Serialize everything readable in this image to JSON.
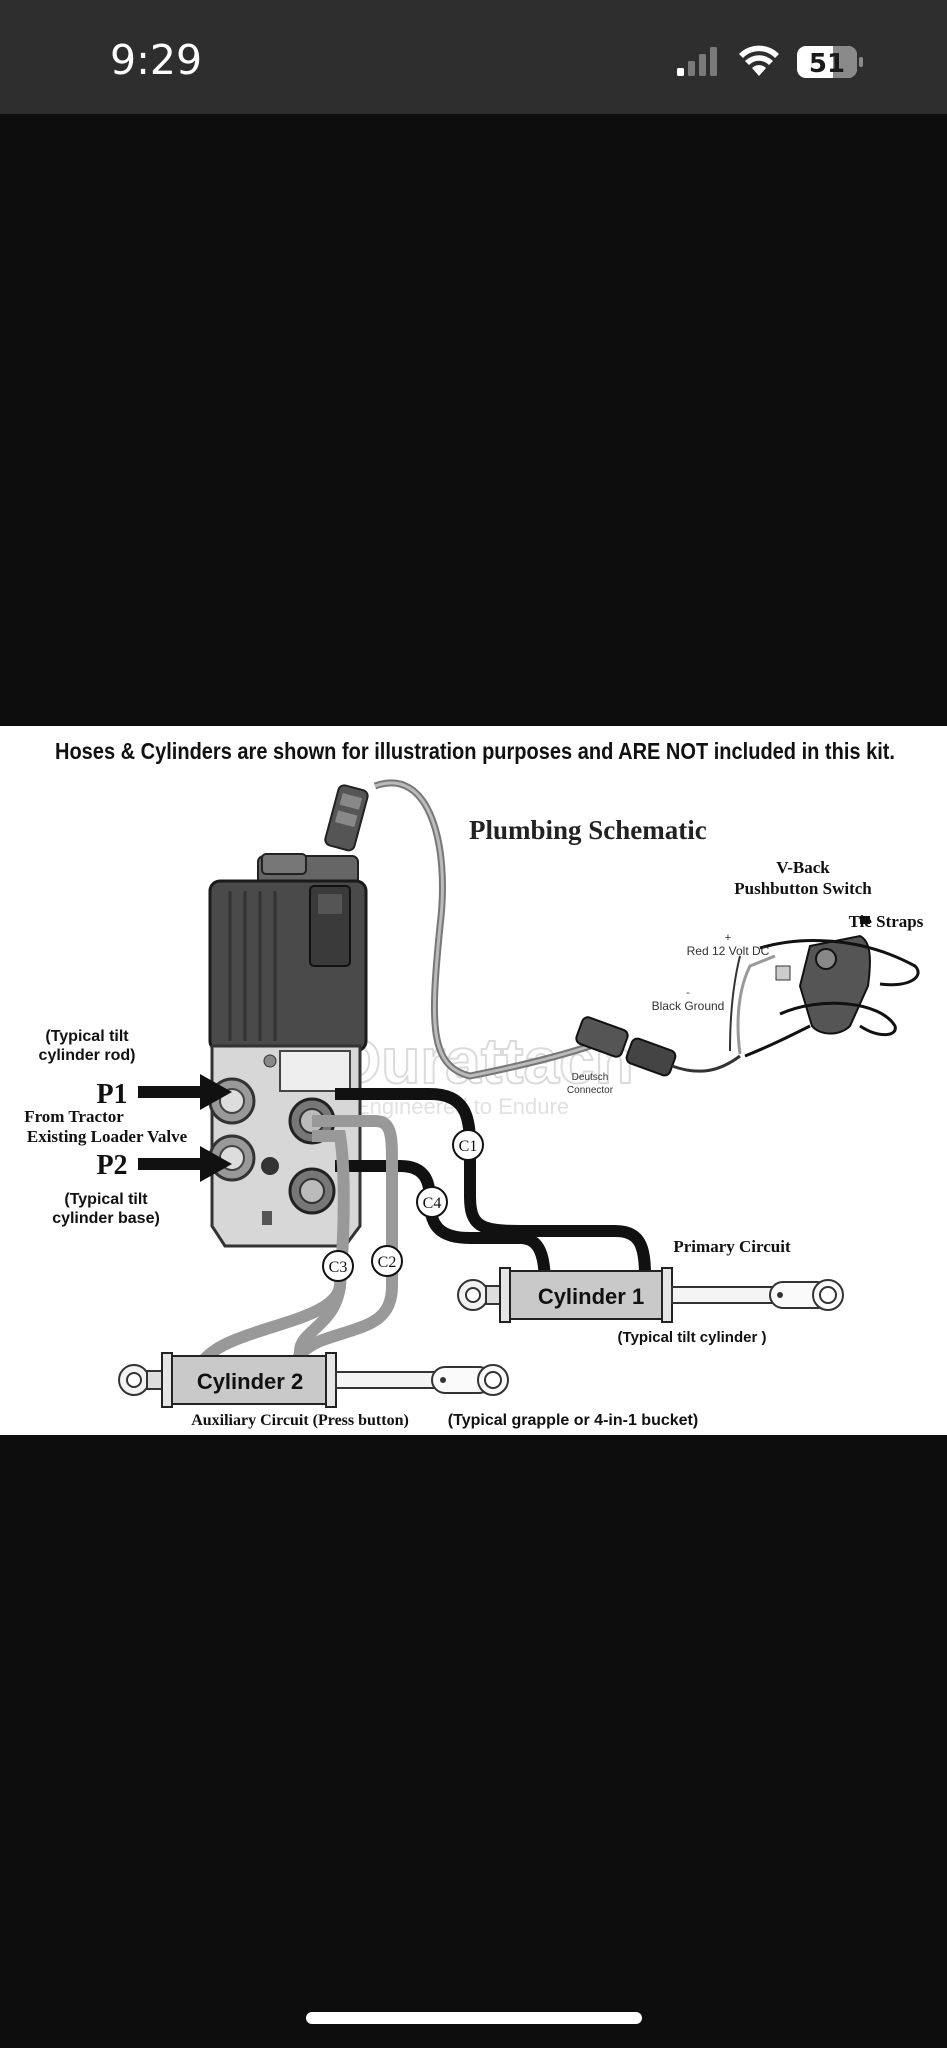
{
  "status_bar": {
    "time": "9:29",
    "battery": "51",
    "icons": [
      "cellular-signal-icon",
      "wifi-icon",
      "battery-icon"
    ]
  },
  "diagram": {
    "banner": "Hoses & Cylinders are shown for illustration purposes and ARE NOT included in this kit.",
    "title": "Plumbing Schematic",
    "switch_label_1": "V-Back",
    "switch_label_2": "Pushbutton Switch",
    "tie_straps": "Tie Straps",
    "plus_sign": "+",
    "red_wire": "Red 12 Volt DC",
    "minus_sign": "-",
    "black_wire": "Black Ground",
    "deutsch_1": "Deutsch",
    "deutsch_2": "Connector",
    "watermark": "Durattach",
    "watermark_tagline": "Engineered to Endure",
    "tilt_rod_1": "(Typical tilt",
    "tilt_rod_2": "cylinder rod)",
    "p1": "P1",
    "from_tractor_1": "From Tractor",
    "from_tractor_2": "Existing Loader Valve",
    "p2": "P2",
    "tilt_base_1": "(Typical tilt",
    "tilt_base_2": "cylinder base)",
    "c1": "C1",
    "c2": "C2",
    "c3": "C3",
    "c4": "C4",
    "primary_circuit": "Primary Circuit",
    "cylinder_1": "Cylinder 1",
    "typical_tilt_cylinder": "(Typical tilt cylinder )",
    "cylinder_2": "Cylinder 2",
    "auxiliary_circuit": "Auxiliary Circuit (Press button)",
    "typical_grapple": "(Typical grapple or 4-in-1 bucket)"
  }
}
